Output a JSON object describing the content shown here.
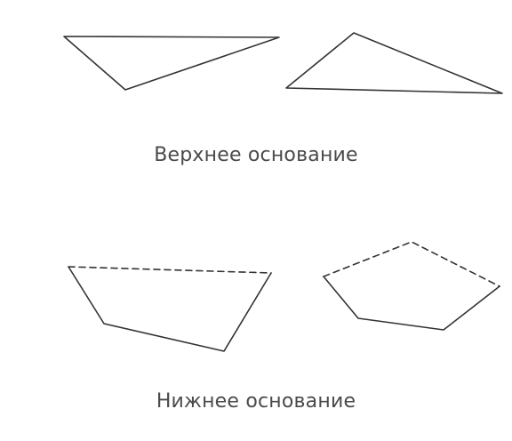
{
  "captions": {
    "top": "Верхнее основание",
    "bottom": "Нижнее основание"
  },
  "colors": {
    "stroke": "#333333",
    "caption_text": "#4a4a4a",
    "background": "#ffffff"
  },
  "figures": {
    "top_left_triangle": "solid outline triangle",
    "top_right_triangle": "solid outline triangle",
    "bottom_left_quadrilateral": "quadrilateral with dashed top edge",
    "bottom_right_pentagon": "pentagon with two dashed top edges"
  }
}
